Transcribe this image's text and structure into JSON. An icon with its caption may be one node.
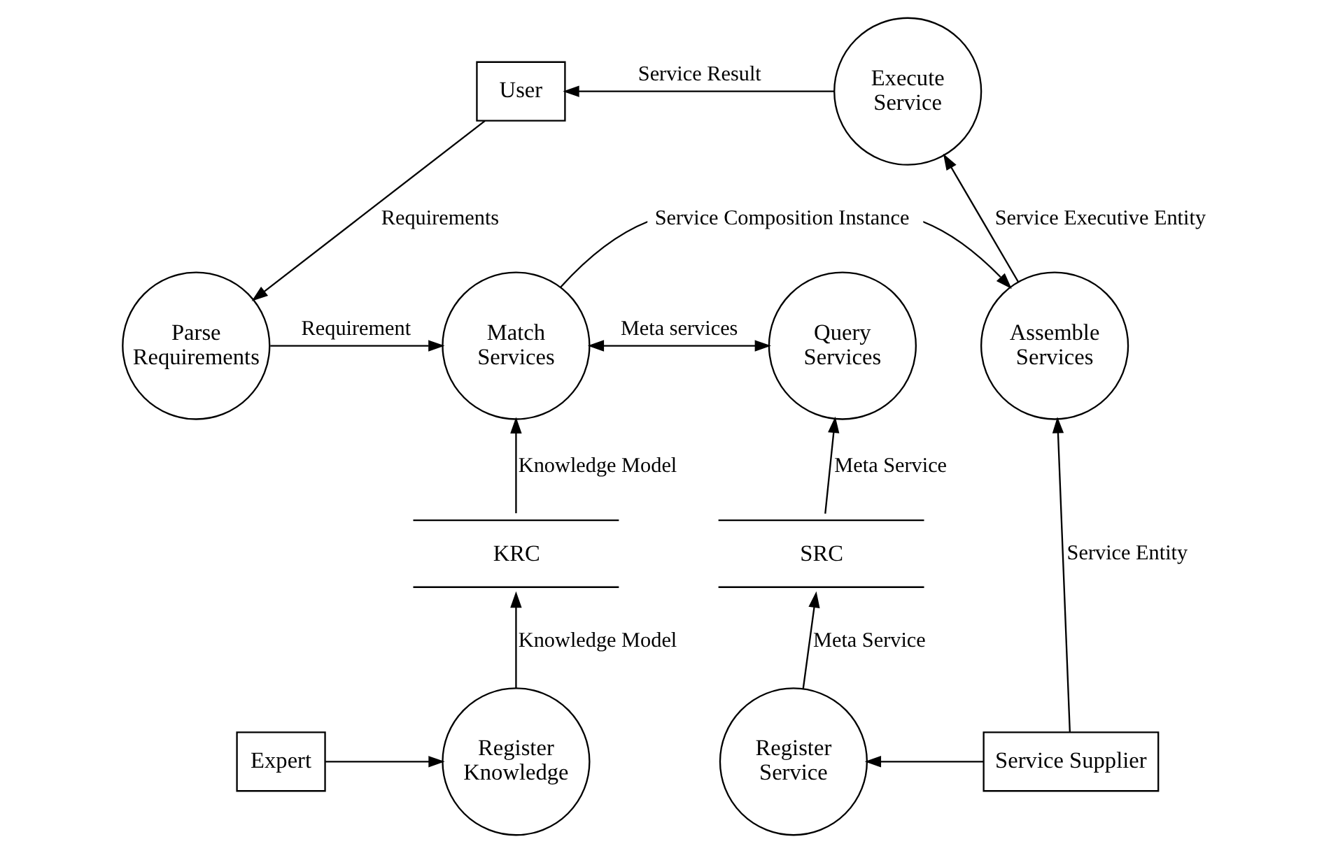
{
  "diagram": {
    "nodes": [
      {
        "text": [
          "User"
        ]
      },
      {
        "text": [
          "Execute Service"
        ]
      },
      {
        "text": [
          "Parse Requirements"
        ]
      },
      {
        "text": [
          "Match Services"
        ]
      },
      {
        "text": [
          "Query Services"
        ]
      },
      {
        "text": [
          "Assemble Services"
        ]
      },
      {
        "text": [
          "KRC"
        ]
      },
      {
        "text": [
          "SRC"
        ]
      },
      {
        "text": [
          "Expert"
        ]
      },
      {
        "text": [
          "Register Knowledge"
        ]
      },
      {
        "text": [
          "Register Service"
        ]
      },
      {
        "text": [
          "Service Supplier"
        ]
      }
    ],
    "edges": [
      {
        "from": 1,
        "to": 0,
        "arrow": "to",
        "label": "Service Result"
      },
      {
        "from": 0,
        "to": 2,
        "arrow": "to",
        "label": "Requirements"
      },
      {
        "from": 2,
        "to": 3,
        "arrow": "to",
        "label": "Requirement"
      },
      {
        "from": 3,
        "to": 5,
        "arrow": "to",
        "label": "Service Composition Instance"
      },
      {
        "from": 3,
        "to": 4,
        "arrow": "both",
        "label": "Meta services"
      },
      {
        "from": 6,
        "to": 3,
        "arrow": "to",
        "label": "Knowledge Model"
      },
      {
        "from": 7,
        "to": 4,
        "arrow": "to",
        "label": "Meta Service"
      },
      {
        "from": 5,
        "to": 1,
        "arrow": "to",
        "label": "Service Executive Entity"
      },
      {
        "from": 9,
        "to": 6,
        "arrow": "to",
        "label": "Knowledge Model"
      },
      {
        "from": 8,
        "to": 9,
        "arrow": "to"
      },
      {
        "from": 10,
        "to": 7,
        "arrow": "to",
        "label": "Meta Service"
      },
      {
        "from": 11,
        "to": 10,
        "arrow": "to"
      },
      {
        "from": 11,
        "to": 5,
        "arrow": "to",
        "label": "Service Entity"
      }
    ]
  }
}
